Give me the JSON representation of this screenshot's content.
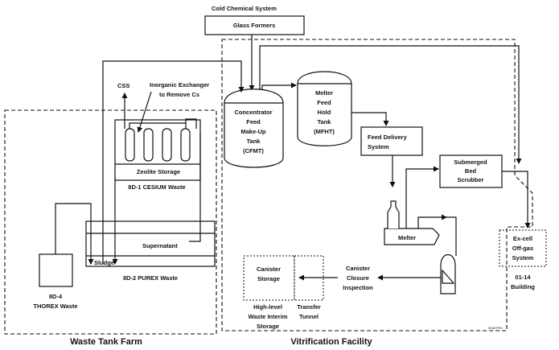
{
  "labels": {
    "cold_chemical_system": "Cold Chemical System",
    "glass_formers": "Glass Formers",
    "css": "CSS",
    "inorganic_exchanger": [
      "Inorganic Exchanger",
      "to Remove Cs"
    ],
    "zeolite_storage": "Zeolite Storage",
    "tank_8d1": "8D-1 CESIUM Waste",
    "supernatant": "Supernatant",
    "sludge": "Sludge",
    "tank_8d2": "8D-2 PUREX Waste",
    "tank_8d4": [
      "8D-4",
      "THOREX Waste"
    ],
    "cfmt": [
      "Concentrator",
      "Feed",
      "Make-Up",
      "Tank",
      "(CFMT)"
    ],
    "mfht": [
      "Melter",
      "Feed",
      "Hold",
      "Tank",
      "(MFHT)"
    ],
    "feed_delivery": [
      "Feed Delivery",
      "System"
    ],
    "sbs": [
      "Submerged",
      "Bed",
      "Scrubber"
    ],
    "melter": "Melter",
    "offgas": [
      "Ex-cell",
      "Off-gas",
      "System"
    ],
    "building": [
      "01-14",
      "Building"
    ],
    "canister_closure": [
      "Canister",
      "Closure",
      "Inspection"
    ],
    "canister_storage": [
      "Canister",
      "Storage"
    ],
    "hlw_interim": [
      "High-level",
      "Waste Interim",
      "Storage"
    ],
    "transfer_tunnel": [
      "Transfer",
      "Tunnel"
    ],
    "waste_tank_farm": "Waste Tank Farm",
    "vitrification_facility": "Vitrification Facility",
    "figure_code": "9008 PR2"
  }
}
